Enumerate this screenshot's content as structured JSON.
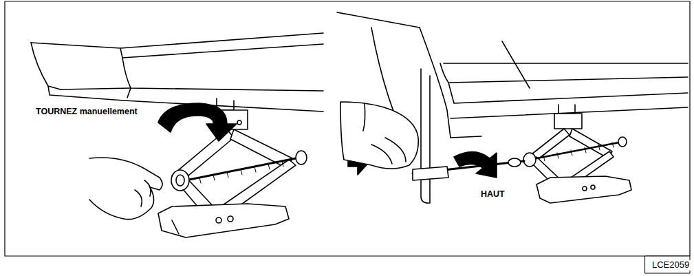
{
  "diagram": {
    "labels": [
      "TOURNEZ manuellement",
      "HAUT",
      "LCE2059"
    ]
  }
}
